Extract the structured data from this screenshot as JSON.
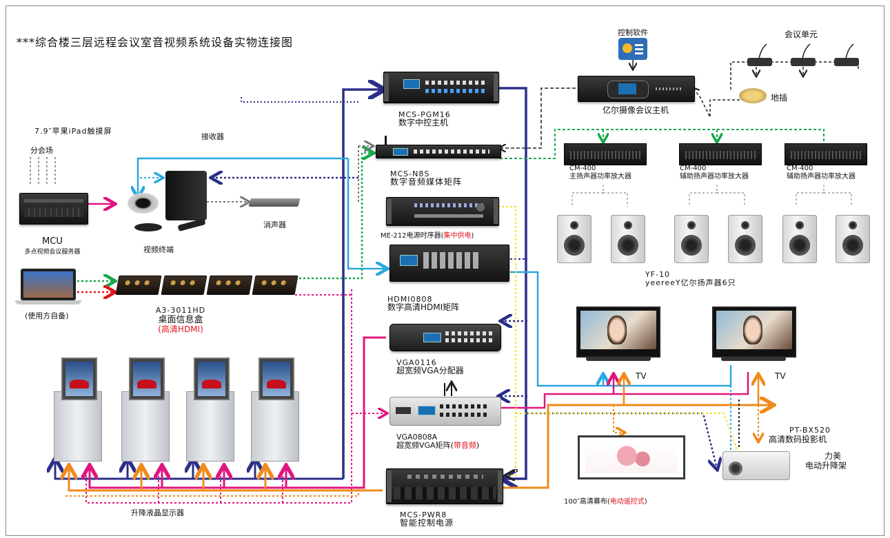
{
  "title": "***综合楼三层远程会议室音视频系统设备实物连接图",
  "labels": {
    "control_software": "控制软件",
    "conference_unit": "会议单元",
    "floor_box": "地插",
    "conference_host": "亿尔摄像会议主机",
    "pgm16_model": "MCS-PGM16",
    "pgm16_name": "数字中控主机",
    "ipad": "7.9″苹果iPad触摸屏",
    "receiver": "接收器",
    "branch_venue": "分会场",
    "n8s_model": "MCS-N8S",
    "n8s_name": "数字音频媒体矩阵",
    "amp1_model": "CM-400",
    "amp1_name": "主扬声器功率放大器",
    "amp2_model": "CM-400",
    "amp2_name": "辅助扬声器功率放大器",
    "amp3_model": "CM-400",
    "amp3_name": "辅助扬声器功率放大器",
    "echo_canceller": "消声器",
    "mcu": "MCU",
    "mcu_desc": "多点视频会议服务器",
    "video_terminal": "视频终端",
    "me212_name": "ME-212电源时序器(",
    "me212_red": "集中供电",
    "me212_end": ")",
    "speaker_model": "YF-10",
    "speaker_name": "yeereeY亿尔扬声器6只",
    "hdmi_model": "HDMI0808",
    "hdmi_name": "数字高清HDMI矩阵",
    "laptop_note": "(使用方自备)",
    "a3_model": "A3-3011HD",
    "a3_name": "桌面信息盒",
    "a3_red": "(高清HDMI)",
    "vga0116_model": "VGA0116",
    "vga0116_name": "超宽频VGA分配器",
    "tv1": "TV",
    "tv2": "TV",
    "vga0808_model": "VGA0808A",
    "vga0808_name": "超宽频VGA矩阵(",
    "vga0808_red": "带音频",
    "vga0808_end": ")",
    "projector_model": "PT-BX520",
    "projector_name": "高清数码投影机",
    "lifter_brand": "力美",
    "lifter_name": "电动升降架",
    "screen_name": "100″高清幕布(",
    "screen_red": "电动遥控式",
    "screen_end": ")",
    "lift_monitor": "升降液晶显示器",
    "pwr8_model": "MCS-PWR8",
    "pwr8_name": "智能控制电源"
  },
  "colors": {
    "navy": "#2b2f8a",
    "cyan": "#2aa8e0",
    "magenta": "#e0157e",
    "orange": "#f08a1c",
    "green": "#18a84a",
    "yellow": "#f2e01e",
    "red": "#e0161e",
    "black": "#222222",
    "grey": "#777777"
  }
}
